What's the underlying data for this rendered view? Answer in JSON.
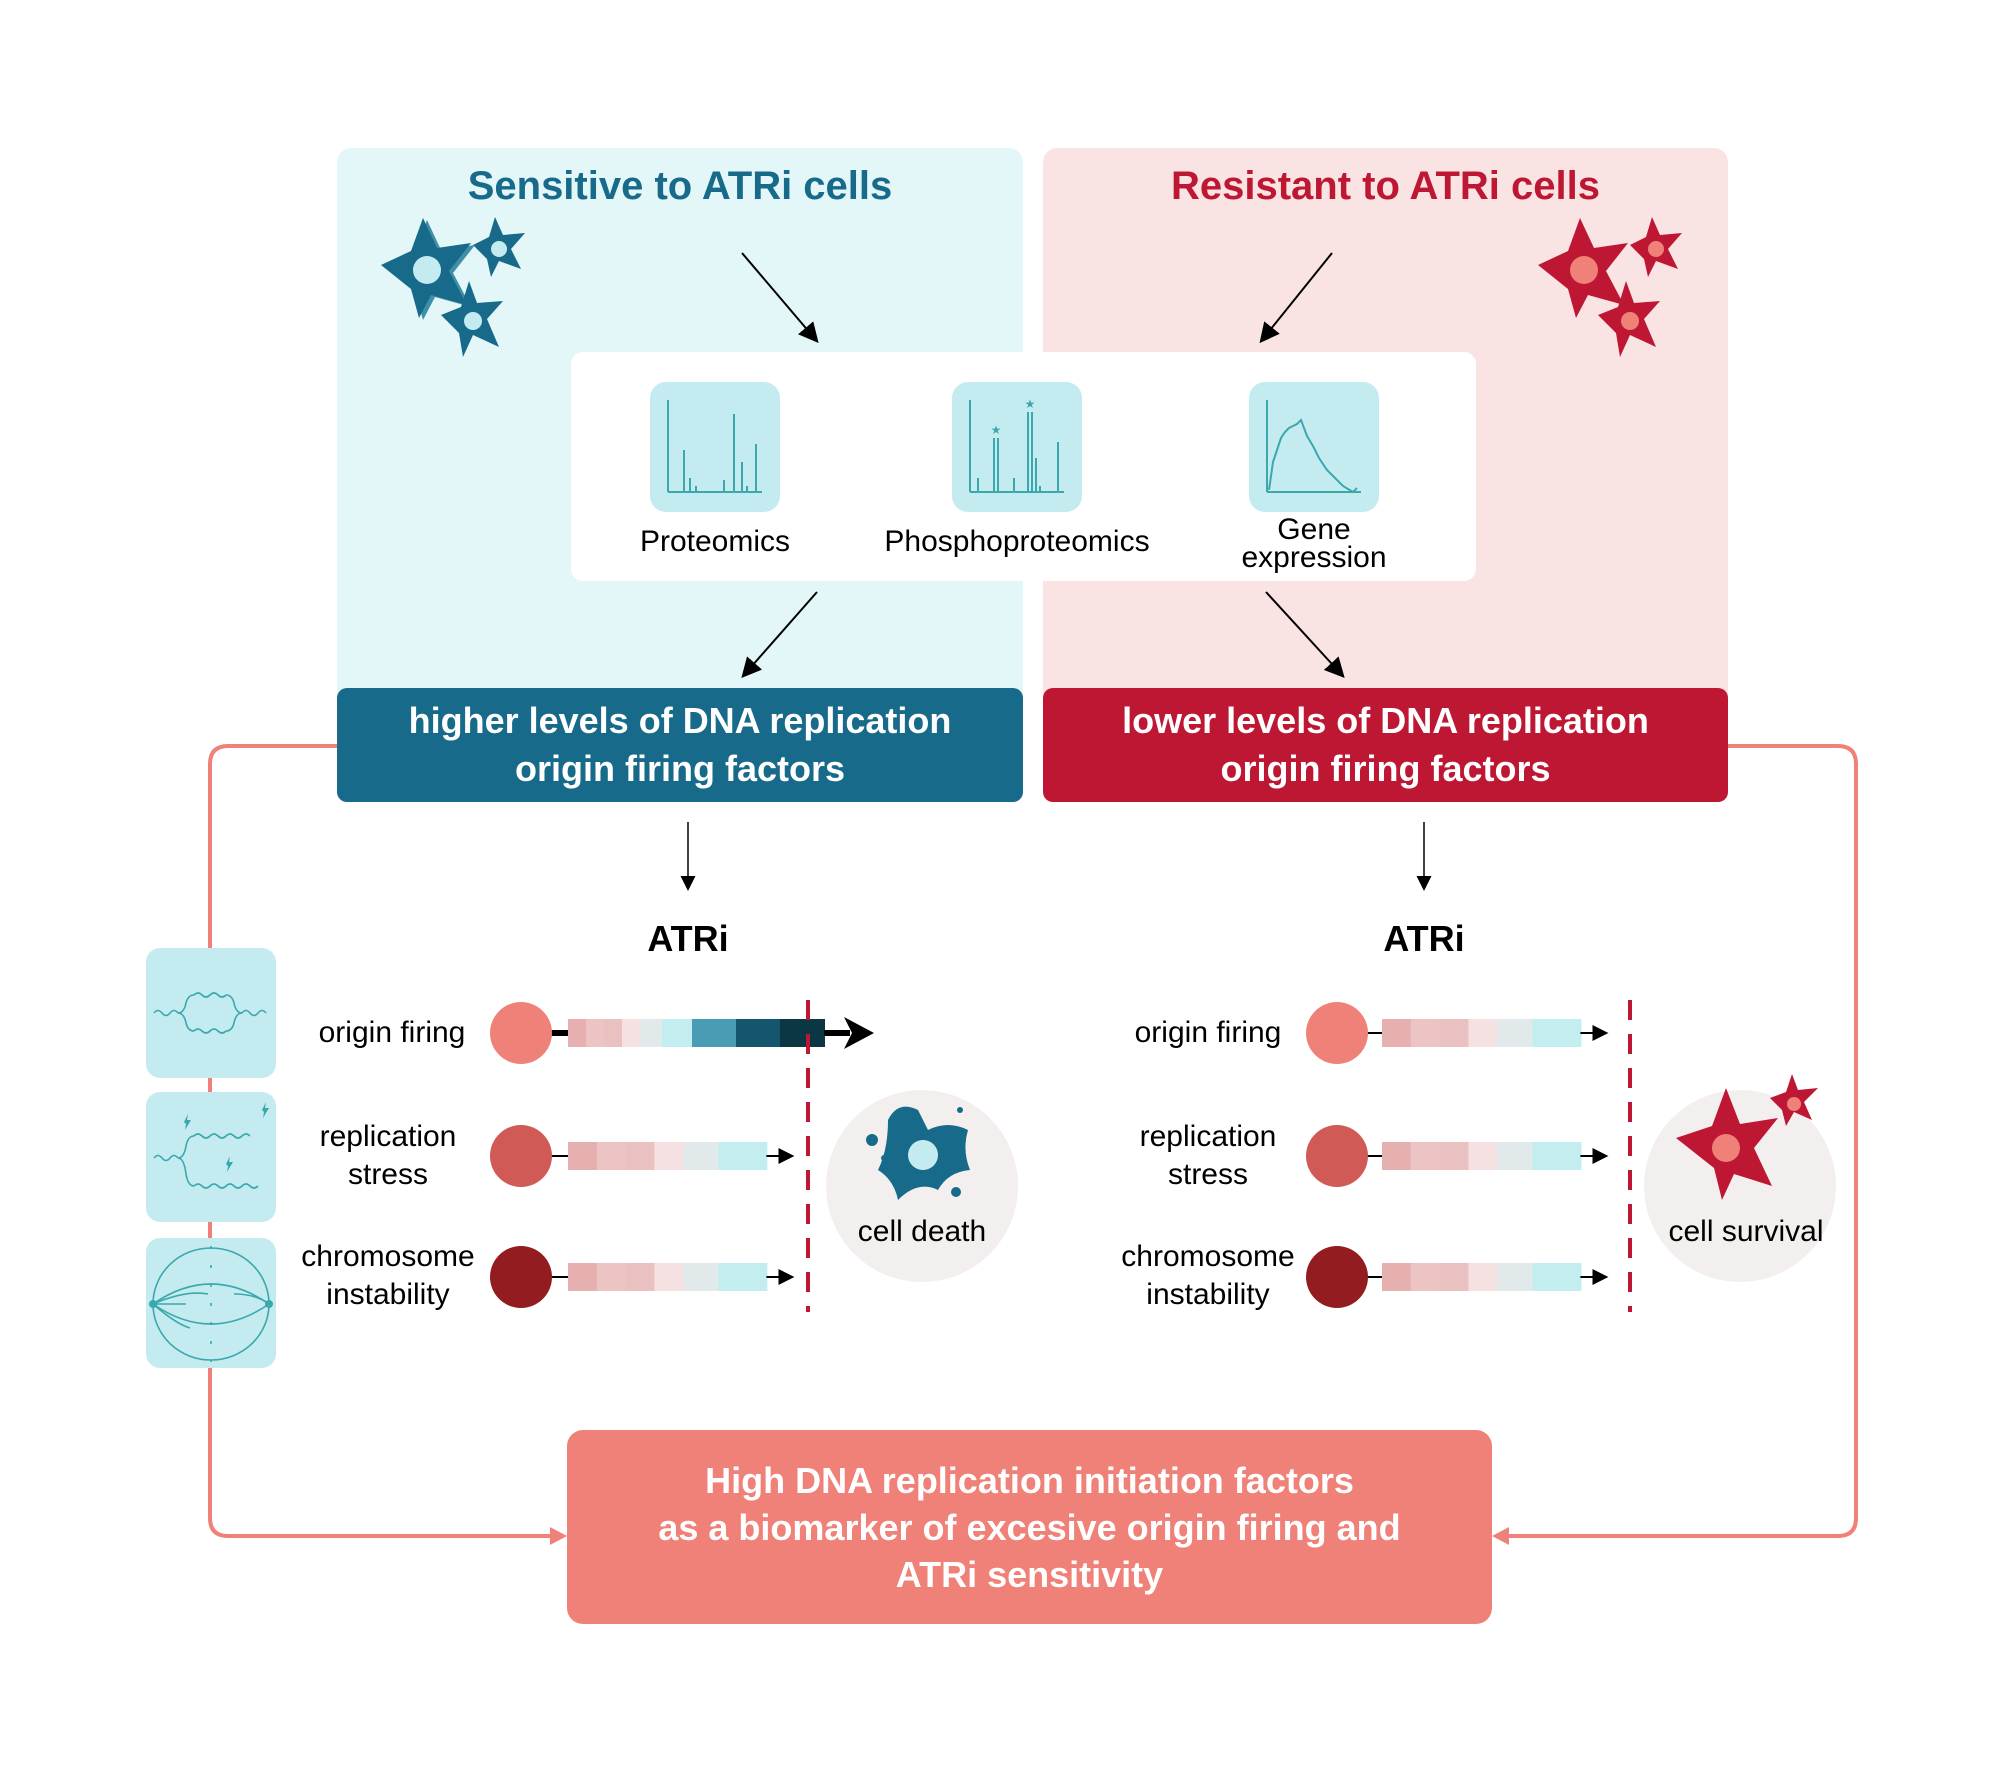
{
  "panels": {
    "sensitive": {
      "title": "Sensitive to ATRi cells",
      "color": "#176a8a",
      "background": "#e3f6f8",
      "result": [
        "higher levels of DNA replication",
        "origin firing factors"
      ]
    },
    "resistant": {
      "title": "Resistant to ATRi cells",
      "color": "#be1733",
      "background": "#fae4e3",
      "result": [
        "lower levels of DNA replication",
        "origin firing factors"
      ]
    }
  },
  "omics": [
    {
      "label": "Proteomics",
      "icon": "mass-spectrum-icon"
    },
    {
      "label": "Phosphoproteomics",
      "icon": "phospho-spectrum-icon"
    },
    {
      "label": [
        "Gene",
        "expression"
      ],
      "icon": "expression-curve-icon"
    }
  ],
  "treatment_label": "ATRi",
  "rows": [
    {
      "label": [
        "origin firing"
      ],
      "dot_color": "#f08178"
    },
    {
      "label": [
        "replication",
        "stress"
      ],
      "dot_color": "#d05a55"
    },
    {
      "label": [
        "chromosome",
        "instability"
      ],
      "dot_color": "#921c20"
    }
  ],
  "gradient_colors": [
    "#e6b0b0",
    "#ecc4c4",
    "#eac1c1",
    "#f5e1e1",
    "#e2e9ea",
    "#c4edf0",
    "#4a9bb4",
    "#13566e",
    "#0b3744"
  ],
  "sensitive_levels": [
    9,
    6,
    6
  ],
  "resistant_levels": [
    6,
    6,
    6
  ],
  "outcomes": {
    "sensitive": "cell death",
    "resistant": "cell survival"
  },
  "side_icons": [
    "replication-origin-icon",
    "replication-stress-icon",
    "mitotic-spindle-icon"
  ],
  "conclusion": [
    "High DNA replication initiation factors",
    "as a biomarker of excesive origin firing and",
    "ATRi sensitivity"
  ],
  "colors": {
    "teal": "#176a8a",
    "red": "#be1733",
    "salmon": "#f08178",
    "icon_bg": "#c4ecf0",
    "threshold": "#be1733"
  }
}
